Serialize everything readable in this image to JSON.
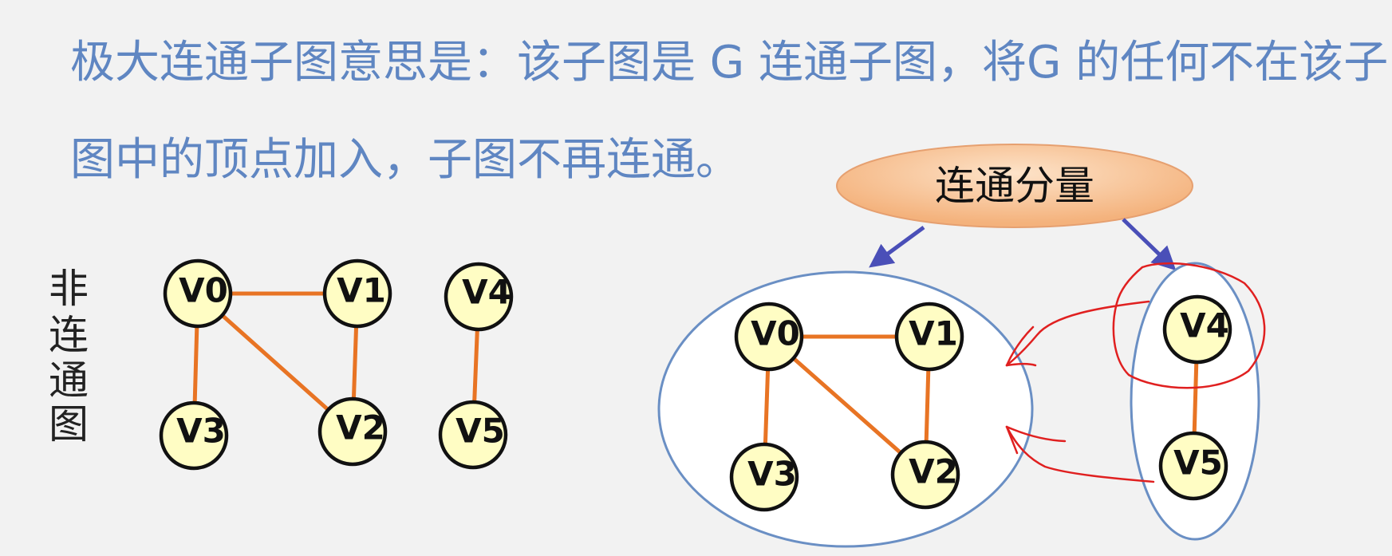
{
  "heading": {
    "line1": "极大连通子图意思是：该子图是 G 连通子图，将G 的任何不在该子",
    "line2": "图中的顶点加入，子图不再连通。"
  },
  "left_graph": {
    "side_label": [
      "非",
      "连",
      "通",
      "图"
    ],
    "nodes": [
      "V0",
      "V1",
      "V2",
      "V3",
      "V4",
      "V5"
    ]
  },
  "right_graph": {
    "callout": "连通分量",
    "nodes": [
      "V0",
      "V1",
      "V2",
      "V3",
      "V4",
      "V5"
    ]
  },
  "colors": {
    "heading": "#5f86c2",
    "node_fill": "#fffdc4",
    "edge": "#e87424",
    "component_outline": "#6a8fc4",
    "arrow": "#4a4fb8",
    "annotation": "#e02020",
    "callout_fill": "#f8c79a"
  }
}
